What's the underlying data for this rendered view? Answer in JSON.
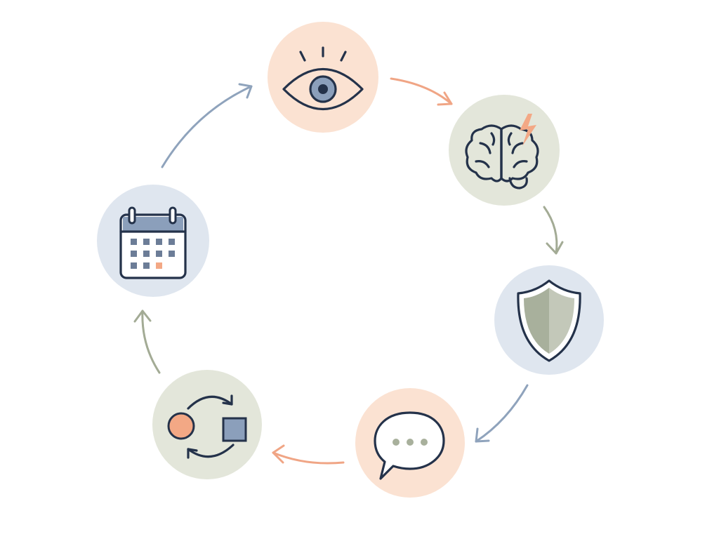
{
  "diagram": {
    "type": "cycle",
    "direction": "clockwise",
    "nodes": [
      {
        "id": "observe",
        "icon": "eye-icon",
        "bg": "#fbe2d2"
      },
      {
        "id": "think",
        "icon": "brain-lightning-icon",
        "bg": "#e3e6da"
      },
      {
        "id": "protect",
        "icon": "shield-icon",
        "bg": "#dfe6ef"
      },
      {
        "id": "communicate",
        "icon": "speech-bubble-icon",
        "bg": "#fbe2d2"
      },
      {
        "id": "adapt",
        "icon": "exchange-cycle-icon",
        "bg": "#e3e6da"
      },
      {
        "id": "schedule",
        "icon": "calendar-icon",
        "bg": "#dfe6ef"
      }
    ],
    "edges": [
      {
        "from": "observe",
        "to": "think",
        "color": "#f0a585"
      },
      {
        "from": "think",
        "to": "protect",
        "color": "#a3ab95"
      },
      {
        "from": "protect",
        "to": "communicate",
        "color": "#8fa3bc"
      },
      {
        "from": "communicate",
        "to": "adapt",
        "color": "#f0a585"
      },
      {
        "from": "adapt",
        "to": "schedule",
        "color": "#a3ab95"
      },
      {
        "from": "schedule",
        "to": "observe",
        "color": "#8fa3bc"
      }
    ],
    "colors": {
      "ink": "#24324a",
      "accent_orange": "#f3a885",
      "accent_blue": "#8b9fbb",
      "accent_sage": "#a8b09c"
    }
  }
}
